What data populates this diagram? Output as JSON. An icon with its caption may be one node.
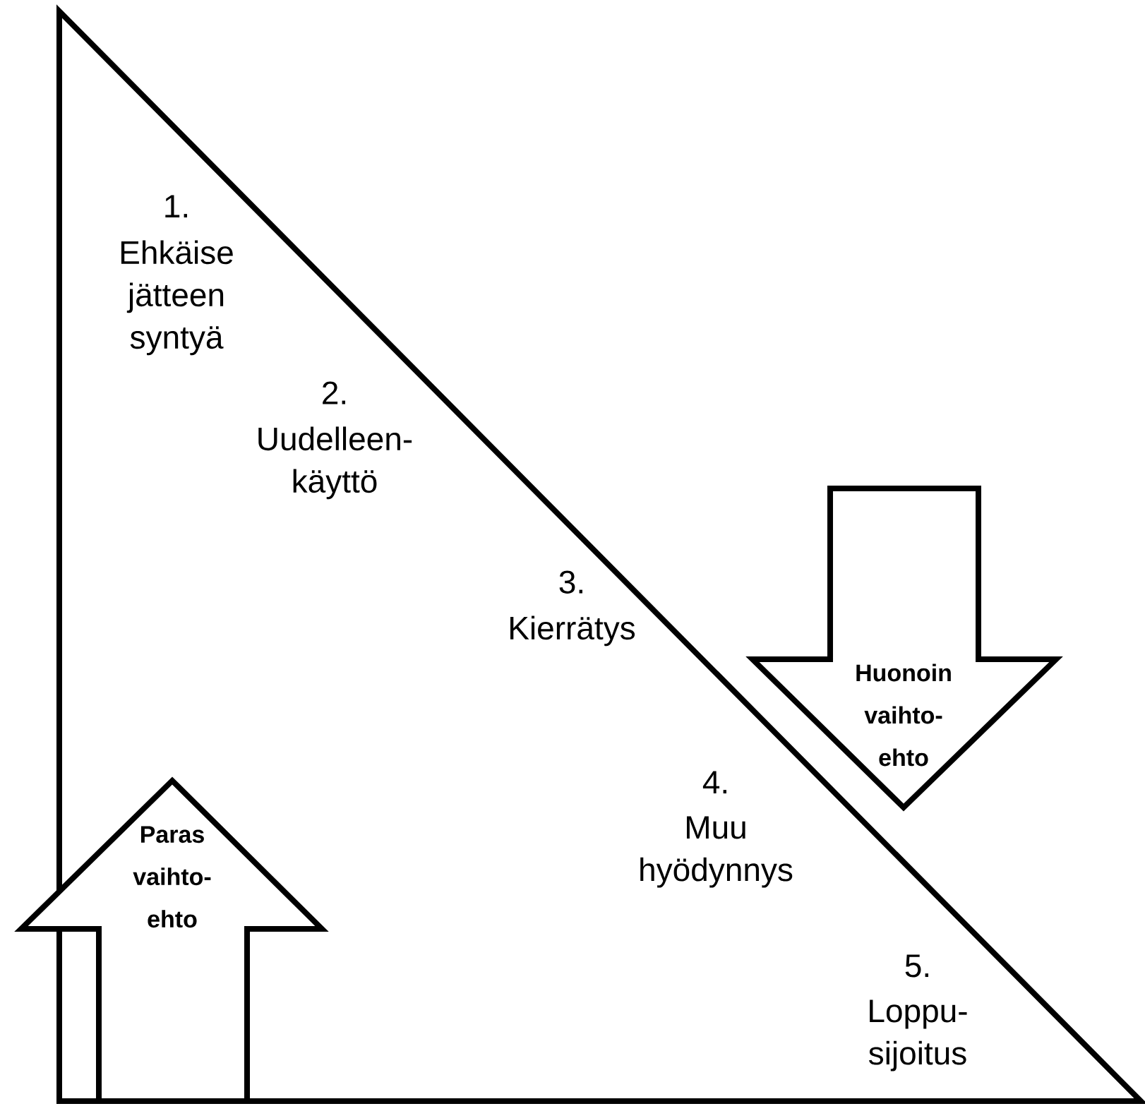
{
  "diagram": {
    "nodes": [
      {
        "text": [
          "1.",
          "Ehkäise jätteen syntyä",
          "2.",
          "Uudelleen-käyttö",
          "3.",
          "Kierrätys",
          "4.",
          "Muu hyödynnys",
          "5.",
          "Loppu-sijoitus"
        ]
      },
      {
        "text": [
          "Huonoin vaihto-ehto"
        ]
      },
      {
        "text": [
          "Paras vaihto-ehto"
        ]
      }
    ]
  }
}
